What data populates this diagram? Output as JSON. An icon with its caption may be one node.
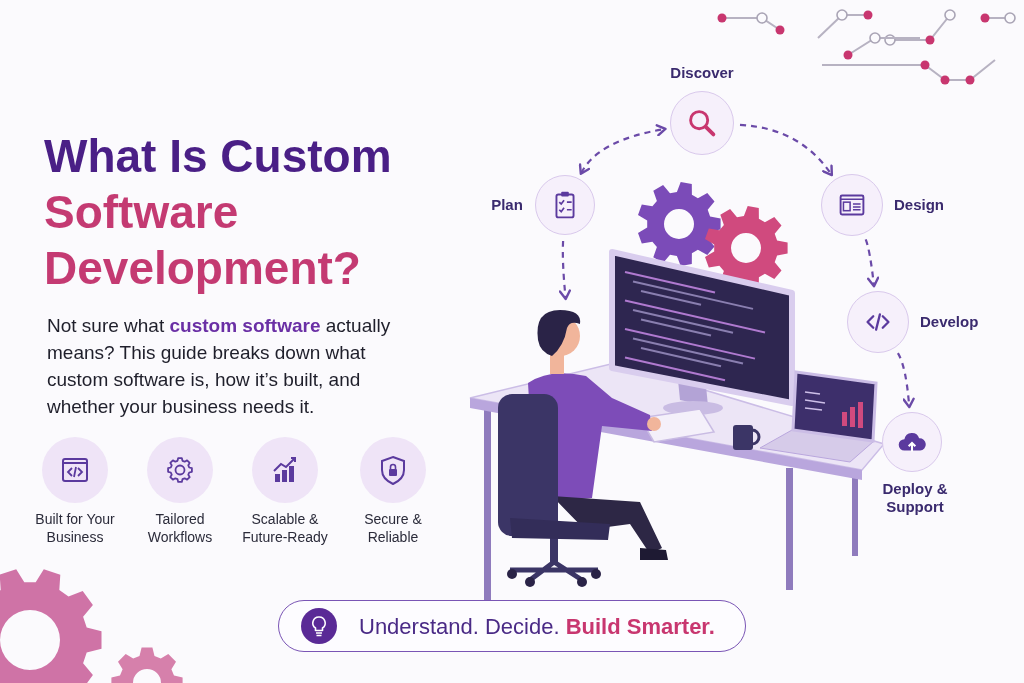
{
  "diagram": {
    "title": "What Is Custom Software Development?",
    "nodes": [
      {
        "text": [
          "Discover"
        ]
      },
      {
        "text": [
          "Plan"
        ]
      },
      {
        "text": [
          "Design"
        ]
      },
      {
        "text": [
          "Develop"
        ]
      },
      {
        "text": [
          "Deploy & Support"
        ]
      },
      {
        "text": [],
        "shape": "person"
      },
      {
        "text": [
          "Built for Your Business"
        ]
      },
      {
        "text": [
          "Tailored Workflows"
        ]
      },
      {
        "text": [
          "Scalable & Future-Ready"
        ]
      },
      {
        "text": [
          "Secure & Reliable"
        ]
      },
      {
        "text": [
          "Understand. Decide. **Build Smarter.**"
        ]
      }
    ],
    "edges": [
      {
        "from": 1,
        "to": 0,
        "arrow": "both",
        "style": "dashed"
      },
      {
        "from": 0,
        "to": 2,
        "arrow": "to",
        "style": "dashed"
      },
      {
        "from": 2,
        "to": 3,
        "arrow": "to",
        "style": "dashed"
      },
      {
        "from": 3,
        "to": 4,
        "arrow": "to",
        "style": "dashed"
      },
      {
        "from": 1,
        "to": 5,
        "arrow": "to",
        "style": "dashed"
      }
    ],
    "labels": [
      "Not sure what **custom software** actually means? This guide breaks down what custom software is, how it’s built, and whether your business needs it."
    ]
  }
}
